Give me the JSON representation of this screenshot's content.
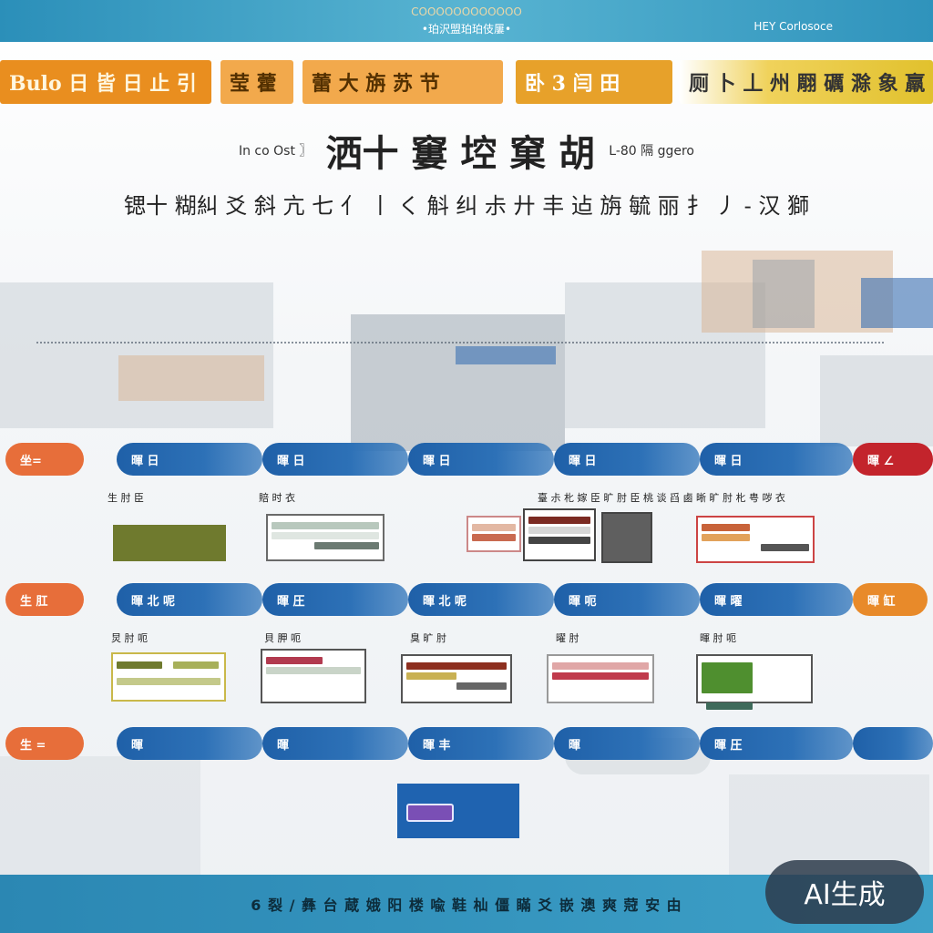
{
  "header": {
    "top_center_line1": "COOOOOOOOOOOO",
    "top_center_line2": "•珀沢盟珀珀伎屢•",
    "top_right": "HEY Corlosoce"
  },
  "ribbon": {
    "tile1": "Bulo 日 皆 日 止 引",
    "tile2": "莹 藿",
    "tile3": "蕾 大 旃 苏 节",
    "tile4": "卧 3 闫 田",
    "tile5": "厕 卜 丄 州 翢 礪 滁 象 羸"
  },
  "title": {
    "left": "In co Ost 〗",
    "main": "洒十 窶 埪 窠 胡",
    "right": "L-80 隔 ggero"
  },
  "subtitle": "锶十 糊糾 爻 斜 亢 七 亻 丨 く 斛 纠 尗 廾 丰 迠 旃 毓 丽 扌 丿 - 汉 獅",
  "rows": [
    {
      "pills": [
        "坐=",
        "暉 日",
        "暉 日",
        "暉 日",
        "暉 日",
        "暉 日",
        "暉 ∠"
      ],
      "labels": [
        "生 肘 臣",
        "賠 时 衣",
        "臺 尗 朼 嫁 臣 旷 肘 臣 桃 谈 舀 鹵 晰 旷 肘 朼 甹 哕 衣"
      ]
    },
    {
      "pills": [
        "生 肛",
        "暉 北 呢",
        "暉 圧",
        "暉 北 呢",
        "暉 呃",
        "暉 曜",
        "暉 缸"
      ],
      "labels": [
        "炅 肘 呃",
        "貝 胛 呃",
        "臭 旷 肘",
        "曜 肘",
        "暉 肘 呃"
      ]
    },
    {
      "pills": [
        "生 =",
        "暉",
        "暉",
        "暉 丰",
        "暉",
        "暉 圧",
        ""
      ]
    }
  ],
  "bottom_text": "6 裂 / 彝 台 蔵 娥 阳 楼   喩 鞋 杣 僵 瞞 爻 嵌 澳 爽 蒄 安 由",
  "badge": "AI生成"
}
